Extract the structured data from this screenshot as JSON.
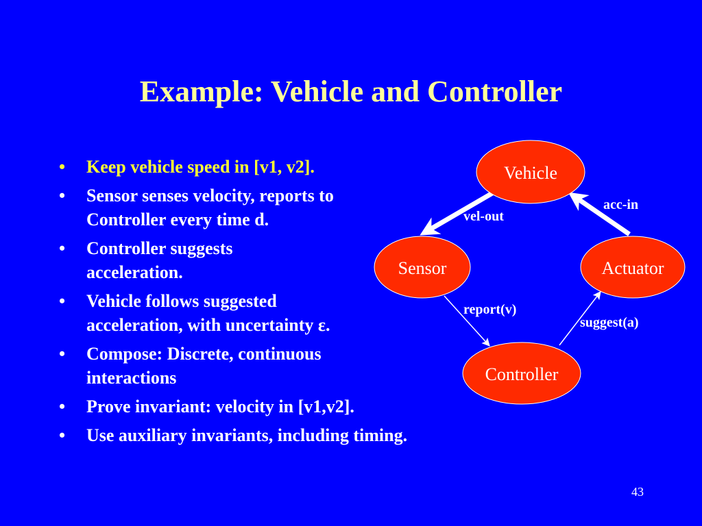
{
  "slide": {
    "title": "Example:  Vehicle and Controller",
    "page_number": "43",
    "colors": {
      "background": "#0000ff",
      "title": "#ffff99",
      "highlight": "#ffff33",
      "node_fill": "#ff2a00",
      "text": "#ffffff"
    }
  },
  "bullets": [
    "Keep vehicle speed in [v1, v2].",
    [
      "Sensor senses velocity, reports to",
      "Controller every time d."
    ],
    [
      "Controller suggests",
      "acceleration."
    ],
    [
      "Vehicle follows suggested",
      "acceleration, with uncertainty ε."
    ],
    [
      "Compose:  Discrete, continuous",
      "interactions"
    ],
    "Prove invariant:  velocity in [v1,v2].",
    "Use auxiliary invariants, including timing."
  ],
  "diagram": {
    "nodes": {
      "vehicle": "Vehicle",
      "sensor": "Sensor",
      "actuator": "Actuator",
      "controller": "Controller"
    },
    "edges": {
      "vel_out": "vel-out",
      "acc_in": "acc-in",
      "report": "report(v)",
      "suggest": "suggest(a)"
    }
  }
}
